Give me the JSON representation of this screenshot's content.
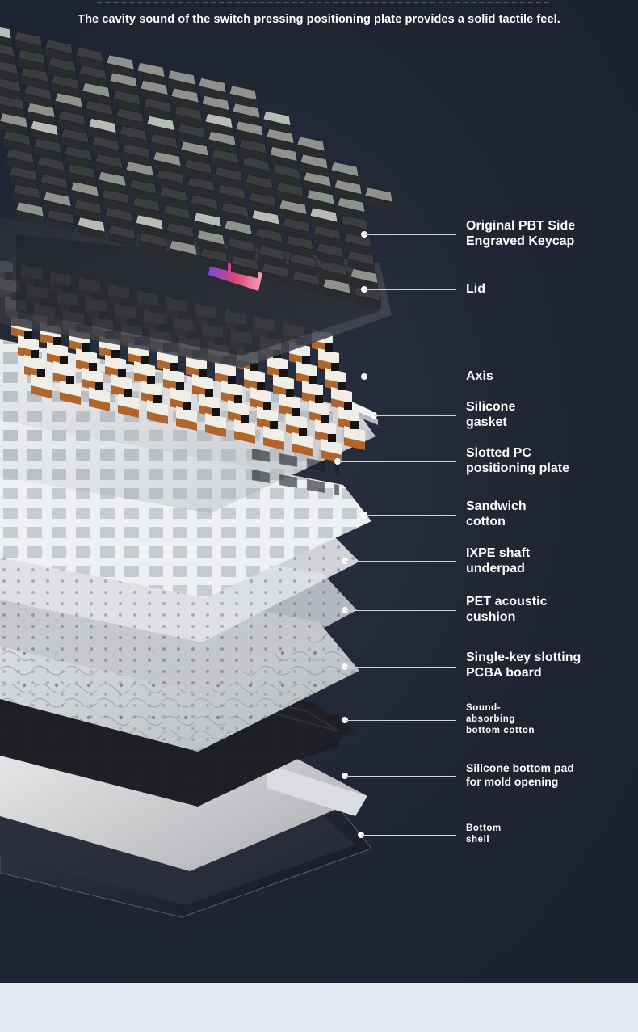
{
  "headline": "The cavity sound of the switch pressing positioning plate provides a solid tactile feel.",
  "layers": [
    {
      "name": "keycap",
      "label_lines": [
        "Original PBT Side",
        "Engraved Keycap"
      ]
    },
    {
      "name": "lid",
      "label_lines": [
        "Lid"
      ]
    },
    {
      "name": "axis",
      "label_lines": [
        "Axis"
      ]
    },
    {
      "name": "silicone-gasket",
      "label_lines": [
        "Silicone",
        "gasket"
      ]
    },
    {
      "name": "slotted-pc-plate",
      "label_lines": [
        "Slotted PC",
        "positioning plate"
      ]
    },
    {
      "name": "sandwich-cotton",
      "label_lines": [
        "Sandwich",
        "cotton"
      ]
    },
    {
      "name": "ixpe-underpad",
      "label_lines": [
        "IXPE shaft",
        "underpad"
      ]
    },
    {
      "name": "pet-cushion",
      "label_lines": [
        "PET acoustic",
        "cushion"
      ]
    },
    {
      "name": "pcba-board",
      "label_lines": [
        "Single-key slotting",
        "PCBA board"
      ]
    },
    {
      "name": "bottom-cotton",
      "label_lines": [
        "Sound-",
        "absorbing",
        "bottom cotton"
      ]
    },
    {
      "name": "silicone-bottom-pad",
      "label_lines": [
        "Silicone bottom pad",
        "for mold opening"
      ]
    },
    {
      "name": "bottom-shell",
      "label_lines": [
        "Bottom",
        "shell"
      ]
    }
  ],
  "colors": {
    "background": "#1e2431",
    "footer": "#e6e8f1",
    "keycap_dark": "#3b3d40",
    "keycap_gray": "#8e918c",
    "keycap_light": "#b9bcb6",
    "switch_housing": "#f1eee8",
    "switch_stem": "#b0662a",
    "plate": "#e9ebee",
    "pcb": "#cfd2d6",
    "cotton_black": "#1d1e22",
    "accent_glow": "#e0457a"
  }
}
